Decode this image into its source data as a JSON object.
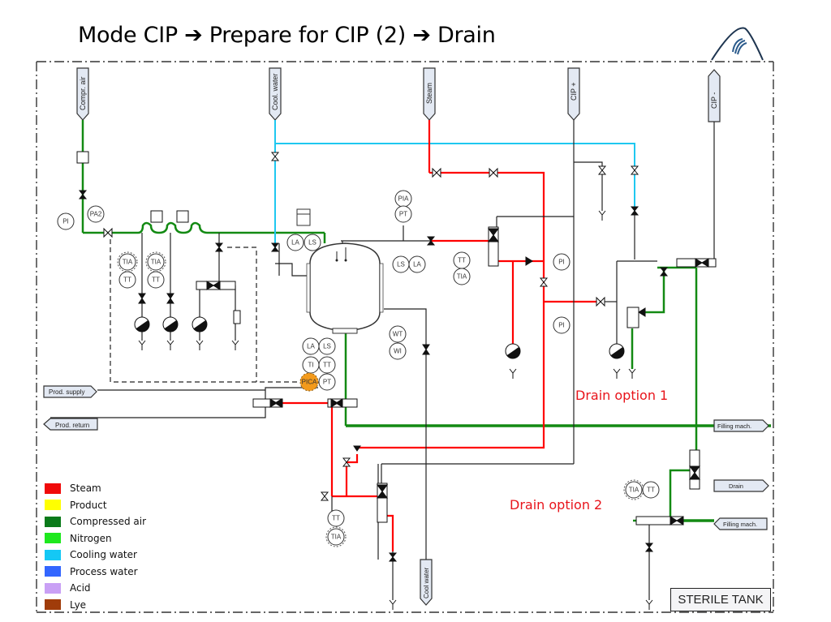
{
  "slide": {
    "title": {
      "part1": "Mode CIP",
      "arrow": "➔",
      "part2": "Prepare for CIP (2)",
      "part3": "Drain"
    }
  },
  "diagram": {
    "name": "STERILE TANK",
    "connectors_top": [
      "Compr. air",
      "Cool. water",
      "Steam",
      "CIP +",
      "CIP -"
    ],
    "connectors_left": [
      "Prod. supply",
      "Prod. return"
    ],
    "connectors_right": [
      "Filling mach.",
      "Drain",
      "Filling mach."
    ],
    "connector_bottom": "Cool water",
    "annotations": [
      "Drain option 1",
      "Drain option 2"
    ],
    "instruments": {
      "pi": "PI",
      "pa2": "PA2",
      "tia": "TIA",
      "tt": "TT",
      "la": "LA",
      "ls": "LS",
      "pia": "PIA",
      "pt": "PT",
      "ti": "TI",
      "pica": "PICA",
      "wt": "WT",
      "wi": "WI"
    },
    "line_colors": {
      "steam": "#ff0000",
      "compressed_air": "#138a13",
      "cooling_water": "#1fc8f0",
      "nitrogen": "#22dd22",
      "process": "#222222",
      "highlight_instrument": "#f39a1b"
    }
  },
  "legend": [
    {
      "label": "Steam",
      "color": "#f00a0a"
    },
    {
      "label": "Product",
      "color": "#ffff00"
    },
    {
      "label": "Compressed air",
      "color": "#0a7a1a"
    },
    {
      "label": "Nitrogen",
      "color": "#1ee81e"
    },
    {
      "label": "Cooling water",
      "color": "#14c8f5"
    },
    {
      "label": "Process water",
      "color": "#3366ff"
    },
    {
      "label": "Acid",
      "color": "#c9a0f5"
    },
    {
      "label": "Lye",
      "color": "#a03c0a"
    }
  ]
}
